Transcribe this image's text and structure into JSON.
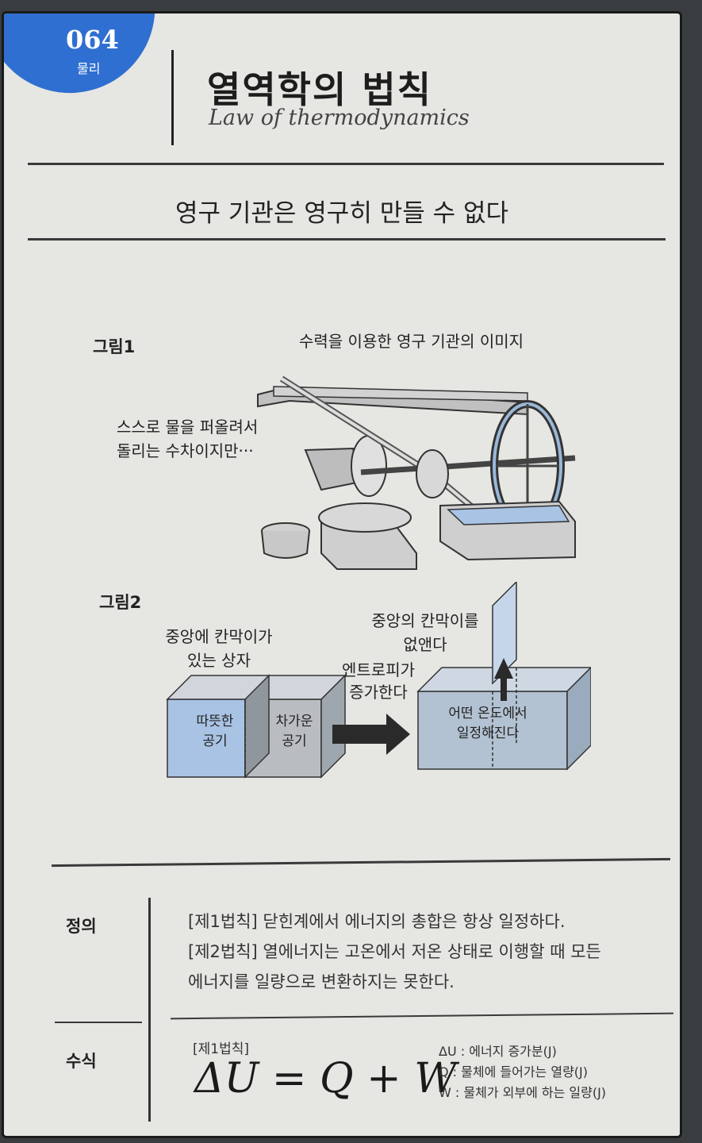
{
  "tab": {
    "number": "064",
    "category": "물리"
  },
  "header": {
    "title": "열역학의 법칙",
    "title_en": "Law of thermodynamics"
  },
  "subtitle": "영구 기관은 영구히 만들 수 없다",
  "figure1": {
    "label": "그림1",
    "caption": "수력을 이용한 영구 기관의 이미지",
    "note_line1": "스스로 물을 퍼올려서",
    "note_line2": "돌리는 수차이지만···"
  },
  "figure2": {
    "label": "그림2",
    "box_caption_line1": "중앙에 칸막이가",
    "box_caption_line2": "있는 상자",
    "warm_line1": "따뜻한",
    "warm_line2": "공기",
    "cold_line1": "차가운",
    "cold_line2": "공기",
    "arrow_line1": "엔트로피가",
    "arrow_line2": "증가한다",
    "remove_line1": "중앙의 칸막이를",
    "remove_line2": "없앤다",
    "result_line1": "어떤 온도에서",
    "result_line2": "일정해진다",
    "colors": {
      "warm": "#a9c3e4",
      "cold": "#b9bcc0",
      "mixed": "#b3c2d2"
    }
  },
  "definition": {
    "label": "정의",
    "line1": "[제1법칙] 닫힌계에서 에너지의 총합은 항상 일정하다.",
    "line2": "[제2법칙] 열에너지는 고온에서 저온 상태로 이행할 때 모든",
    "line3": "에너지를 일량으로 변환하지는 못한다."
  },
  "formula": {
    "label": "수식",
    "tag": "[제1법칙]",
    "expression": "ΔU = Q + W",
    "legend1": "ΔU : 에너지 증가분(J)",
    "legend2": "Q : 물체에 들어가는 열량(J)",
    "legend3": "W : 물체가 외부에 하는 일량(J)"
  },
  "accent": "#2f6fd1"
}
